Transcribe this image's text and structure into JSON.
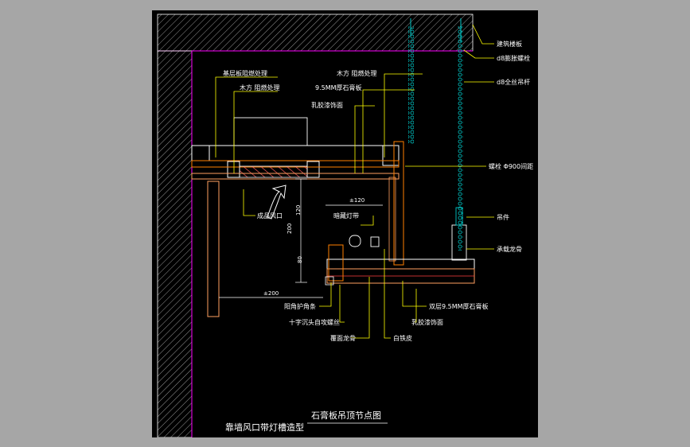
{
  "labels": {
    "building_floor": "建筑楼板",
    "expansion_bolt": "d8膨胀螺栓",
    "full_thread_rod": "d8全丝吊杆",
    "base_board_fireproof": "基层板阻燃处理",
    "wood_fireproof_left": "木方 阻燃处理",
    "wood_fireproof_right": "木方 阻燃处理",
    "gypsum_95": "9.5MM厚石膏板",
    "latex_finish_top": "乳胶漆饰面",
    "spacing_900": "螺栓 Φ900间距",
    "hanger": "吊件",
    "main_keel": "承载龙骨",
    "air_outlet": "成品风口",
    "hidden_light": "暗藏灯带",
    "corner_guard": "阳角护角条",
    "cross_screw": "十字沉头自攻螺丝",
    "cover_keel": "覆面龙骨",
    "white_iron": "白铁皮",
    "double_gypsum": "双层9.5MM厚石膏板",
    "latex_finish_bottom": "乳胶漆饰面"
  },
  "dimensions": {
    "d120": "±120",
    "v120": "120",
    "v200": "200",
    "v80": "80",
    "d200": "±200"
  },
  "titles": {
    "main": "石膏板吊顶节点图",
    "sub": "靠墙风口带灯槽造型"
  },
  "colors": {
    "background": "#000000",
    "frame": "#a6a6a6",
    "line": "#ffffff",
    "leader": "#ffff00",
    "wall_edge": "#ff00ff",
    "rod": "#00c8c8",
    "wood": "#ff8000",
    "board": "#ff4040",
    "gypsum": "#ffa060"
  }
}
